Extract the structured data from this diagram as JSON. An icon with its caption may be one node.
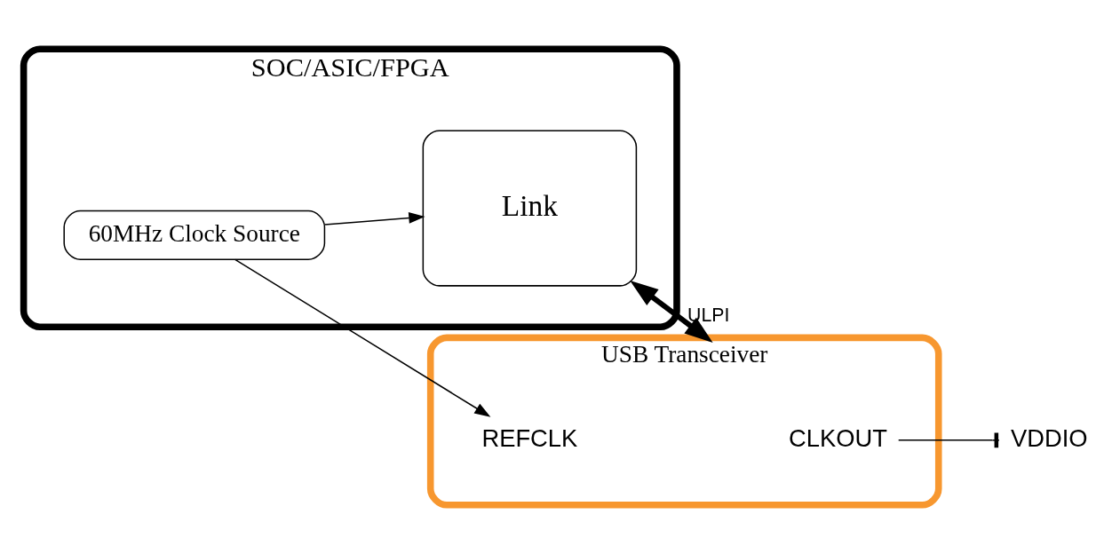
{
  "diagram": {
    "nodes": [
      {
        "text": [
          "SOC/ASIC/FPGA"
        ]
      },
      {
        "text": [
          "Link"
        ],
        "in": 0
      },
      {
        "text": [
          "60MHz Clock Source"
        ],
        "in": 0
      },
      {
        "text": [
          "USB Transceiver"
        ]
      },
      {
        "text": [
          "CLKOUT"
        ],
        "in": 3
      },
      {
        "text": [
          "REFCLK"
        ],
        "in": 3
      },
      {
        "text": [
          "VDDIO"
        ]
      }
    ],
    "edges": [
      {
        "from": 1,
        "to": 3,
        "arrow": "both",
        "label": "ULPI",
        "style": "thick"
      },
      {
        "from": 2,
        "to": 1,
        "arrow": "to"
      },
      {
        "from": 2,
        "to": 5,
        "arrow": "to"
      },
      {
        "from": 4,
        "to": 6,
        "arrow": "other"
      }
    ]
  }
}
